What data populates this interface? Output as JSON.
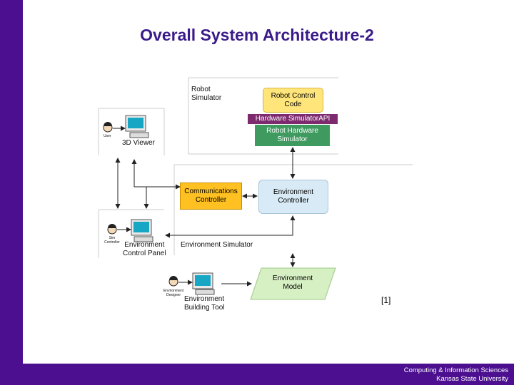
{
  "slide": {
    "title": "Overall System Architecture-2",
    "citation": "[1]"
  },
  "footer": {
    "line1": "Computing & Information Sciences",
    "line2": "Kansas State University"
  },
  "robot_simulator": {
    "label_line1": "Robot",
    "label_line2": "Simulator",
    "control_code_line1": "Robot Control",
    "control_code_line2": "Code",
    "api_label": "Hardware SimulatorAPI",
    "hardware_line1": "Robot Hardware",
    "hardware_line2": "Simulator"
  },
  "environment_simulator": {
    "label": "Environment Simulator",
    "comm_line1": "Communications",
    "comm_line2": "Controller",
    "env_ctrl_line1": "Environment",
    "env_ctrl_line2": "Controller",
    "model_line1": "Environment",
    "model_line2": "Model"
  },
  "clients": {
    "viewer_user_label": "User",
    "viewer_label": "3D Viewer",
    "panel_user_label": "Sim Controller",
    "panel_line1": "Environment",
    "panel_line2": "Control Panel",
    "tool_user_label_line1": "Environment",
    "tool_user_label_line2": "Designer",
    "tool_line1": "Environment",
    "tool_line2": "Building Tool"
  },
  "colors": {
    "brand_purple": "#4b0f8f",
    "title_purple": "#3a1a8a",
    "control_code_fill": "#ffe57a",
    "api_fill": "#7d2a6e",
    "hardware_fill": "#3f9a5f",
    "comm_fill": "#ffc021",
    "env_ctrl_fill": "#d8eaf5",
    "model_fill": "#d6efc3"
  }
}
